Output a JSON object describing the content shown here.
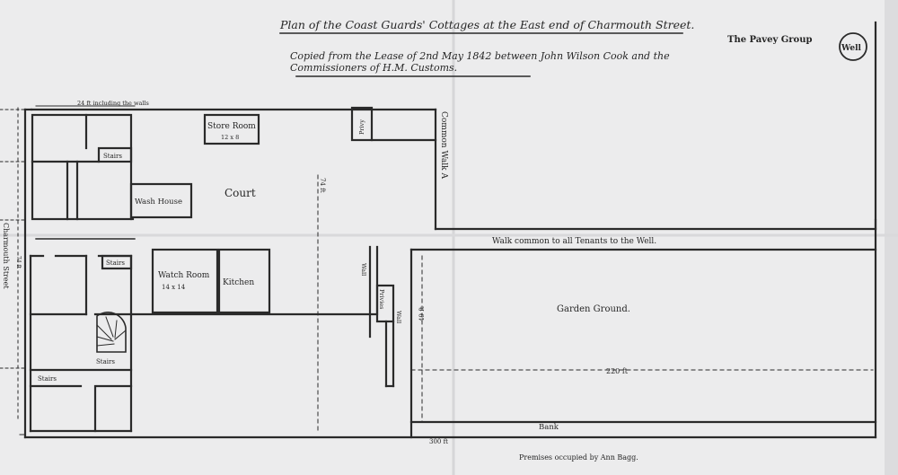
{
  "title": "Plan of the Coast Guards' Cottages at the East end of Charmouth Street.",
  "subtitle_line1": "Copied from the Lease of 2nd May 1842 between John Wilson Cook and the",
  "subtitle_line2": "Commissioners of H.M. Customs.",
  "group": "The Pavey Group",
  "labels": {
    "well": "Well",
    "width_walls": "24 ft including the walls",
    "store_room": "Store Room",
    "store_room_size": "12 x 8",
    "privy": "Privy",
    "common_walk": "Common Walk A",
    "stairs_top": "Stairs",
    "wash_house": "Wash House",
    "court": "Court",
    "court_dim": "74 ft",
    "walk_common": "Walk common to all Tenants to the Well.",
    "charmouth_street": "Charmouth Street",
    "side_dim": "74 ft",
    "stairs_mid": "Stairs",
    "watch_room": "Watch Room",
    "watch_room_size": "14 x 14",
    "kitchen": "Kitchen",
    "wall_upper": "Wall",
    "privies": "Privies",
    "wall_lower": "Wall",
    "dim_49": "49 ft",
    "garden_ground": "Garden Ground.",
    "dim_220": "220 ft",
    "stairs_spiral": "Stairs",
    "stairs_left": "Stairs",
    "bank": "Bank",
    "dim_300": "300 ft",
    "premises": "Premises occupied by Ann Bagg."
  }
}
